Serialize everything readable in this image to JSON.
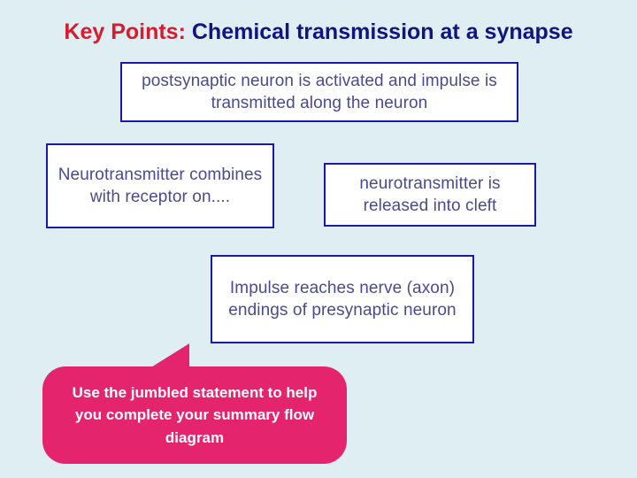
{
  "title": {
    "key": "Key Points:",
    "rest": " Chemical transmission at a synapse"
  },
  "boxes": [
    {
      "name": "postsynaptic",
      "text": "postsynaptic neuron is activated and impulse is transmitted along the neuron"
    },
    {
      "name": "neurotransmitter-combines",
      "text": "Neurotransmitter combines with receptor on...."
    },
    {
      "name": "released-cleft",
      "text": "neurotransmitter is released into cleft"
    },
    {
      "name": "impulse-reaches",
      "text": "Impulse reaches nerve (axon) endings of presynaptic neuron"
    }
  ],
  "callout": {
    "text": "Use the jumbled statement to help you complete your summary flow diagram"
  },
  "colors": {
    "background": "#dfeef2",
    "title_key": "#d61c2e",
    "title_rest": "#12147f",
    "box_border": "#1a1aa8",
    "box_text": "#4a4a8f",
    "callout_fill": "#e5246e",
    "callout_text": "#ffffff"
  }
}
